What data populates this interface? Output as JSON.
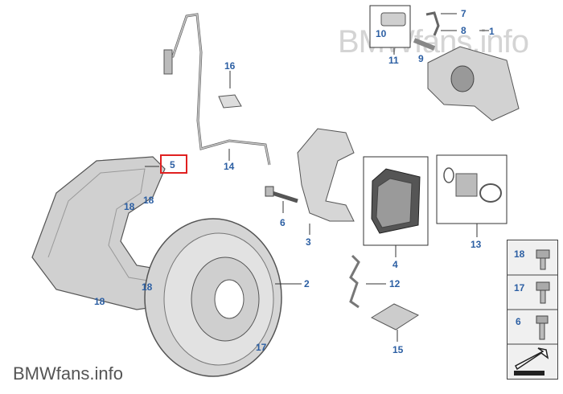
{
  "watermark": {
    "top": "BMWfans.info",
    "bottom": "BMWfans.info"
  },
  "colors": {
    "callout": "#2c5fa3",
    "selection": "#e02020",
    "part_fill": "#d8d8d8",
    "part_stroke": "#555555"
  },
  "callouts": {
    "c1": "1",
    "c2": "2",
    "c3": "3",
    "c4": "4",
    "c5": "5",
    "c6": "6",
    "c7": "7",
    "c8": "8",
    "c9": "9",
    "c10": "10",
    "c11": "11",
    "c12": "12",
    "c13": "13",
    "c14": "14",
    "c15": "15",
    "c16": "16",
    "c17": "17",
    "c18a": "18",
    "c18b": "18",
    "c18c": "18",
    "c18d": "18",
    "c17b": "17",
    "c18e": "18",
    "c6b": "6"
  },
  "side_panel": {
    "icons": [
      "bolt-icon",
      "bolt-icon",
      "bolt-icon",
      "arrow-icon"
    ]
  }
}
